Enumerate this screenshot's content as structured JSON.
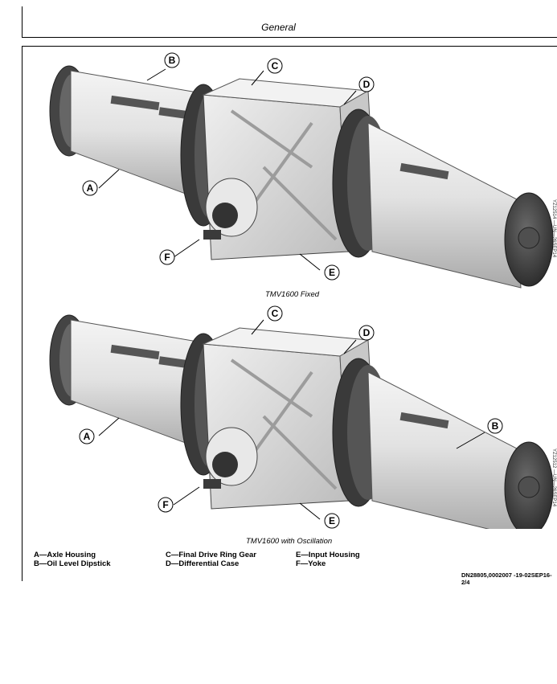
{
  "header": {
    "title": "General"
  },
  "figures": [
    {
      "caption": "TMV1600  Fixed",
      "side_code": "YZ12514 —UN—26SEP14"
    },
    {
      "caption": "TMV1600  with  Oscillation",
      "side_code": "YZ12512 —UN—26SEP14"
    }
  ],
  "callouts": [
    "A",
    "B",
    "C",
    "D",
    "E",
    "F"
  ],
  "legend": {
    "col1": [
      "A—Axle Housing",
      "B—Oil Level Dipstick"
    ],
    "col2": [
      "C—Final Drive Ring Gear",
      "D—Differential Case"
    ],
    "col3": [
      "E—Input Housing",
      "F—Yoke"
    ]
  },
  "reference": "DN28805,0002007 -19-02SEP16-2/4"
}
